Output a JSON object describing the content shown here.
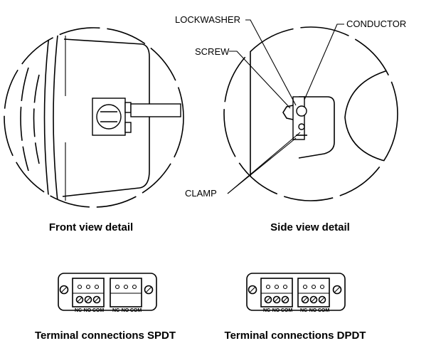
{
  "front_view": {
    "caption": "Front view detail"
  },
  "side_view": {
    "caption": "Side view detail",
    "labels": {
      "lockwasher": "LOCKWASHER",
      "conductor": "CONDUCTOR",
      "screw": "SCREW",
      "clamp": "CLAMP"
    }
  },
  "spdt": {
    "caption": "Terminal connections SPDT",
    "terminals": [
      "NC",
      "NO",
      "COM"
    ]
  },
  "dpdt": {
    "caption": "Terminal connections DPDT",
    "terminals": [
      "NC",
      "NO",
      "COM"
    ]
  }
}
